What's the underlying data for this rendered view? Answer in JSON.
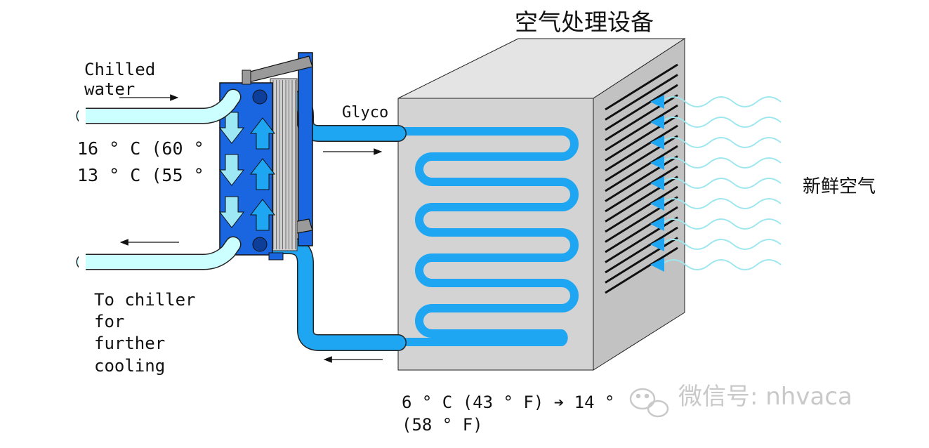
{
  "title": "空气处理设备",
  "fresh_air_label": "新鲜空气",
  "chilled_water": "Chilled\nwater",
  "glycol": "Glyco",
  "temp_in": "16 ° C (60 °",
  "temp_out": "13 ° C (55 °",
  "to_chiller": "To chiller\nfor\nfurther\ncooling",
  "glycol_temp_line1": "6 ° C (43 ° F) ➔ 14 °",
  "glycol_temp_line2": "(58 ° F)",
  "watermark": "微信号: nhvaca",
  "colors": {
    "water_pipe": "#ccffff",
    "glycol_pipe": "#1ea6f2",
    "exchanger": "#1a66e0",
    "box_front": "#d3d3d3",
    "box_top": "#e4e4e4",
    "box_side": "#c2c2c2",
    "air_wave": "#9fe7ef"
  }
}
